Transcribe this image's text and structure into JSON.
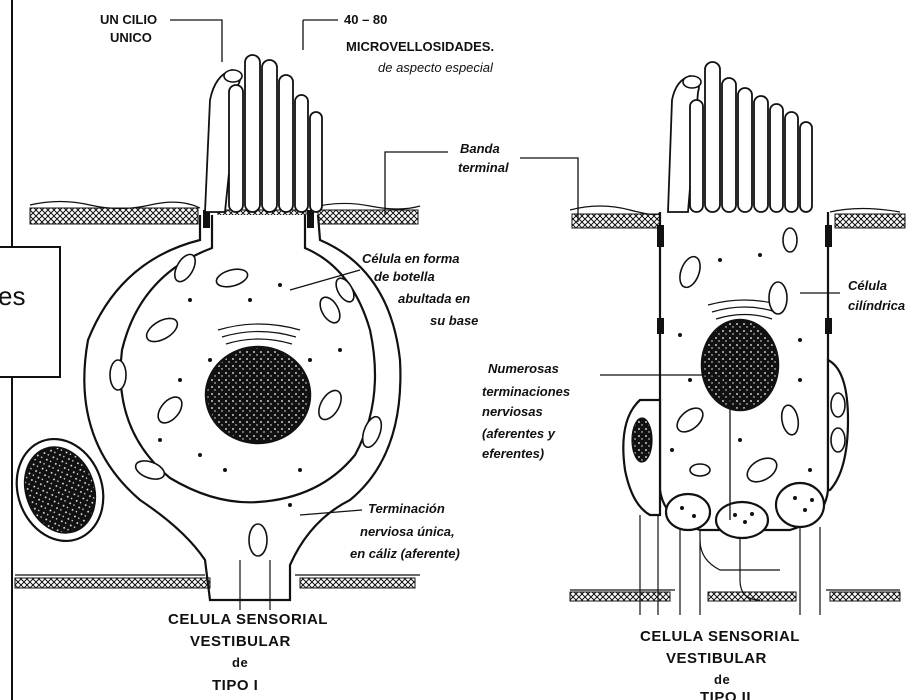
{
  "left_box": {
    "fragment": "es"
  },
  "labels": {
    "cilio_line1": "UN CILIO",
    "cilio_line2": "UNICO",
    "micro_line1": "40 – 80",
    "micro_line2": "MICROVELLOSIDADES.",
    "micro_line3": "de aspecto especial",
    "banda_line1": "Banda",
    "banda_line2": "terminal",
    "botella_line1": "Célula en forma",
    "botella_line2": "de botella",
    "botella_line3": "abultada en",
    "botella_line4": "su base",
    "cilindrica_line1": "Célula",
    "cilindrica_line2": "cilíndrica",
    "numerosas_line1": "Numerosas",
    "numerosas_line2": "terminaciones",
    "numerosas_line3": "nerviosas",
    "numerosas_line4": "(aferentes y",
    "numerosas_line5": "eferentes)",
    "caliz_line1": "Terminación",
    "caliz_line2": "nerviosa única,",
    "caliz_line3": "en cáliz (aferente)"
  },
  "captions": {
    "tipo1_line1": "CELULA SENSORIAL",
    "tipo1_line2": "VESTIBULAR",
    "tipo1_line3": "de",
    "tipo1_line4": "TIPO  I",
    "tipo2_line1": "CELULA SENSORIAL",
    "tipo2_line2": "VESTIBULAR",
    "tipo2_line3": "de",
    "tipo2_line4": "TIPO  II"
  }
}
